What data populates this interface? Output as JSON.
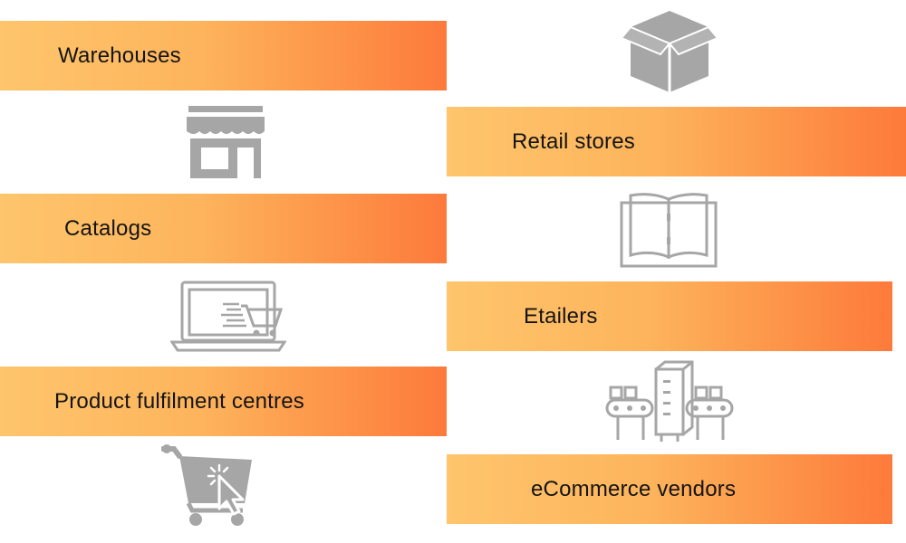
{
  "items": [
    {
      "label": "Warehouses",
      "icon": "box-icon"
    },
    {
      "label": "Retail stores",
      "icon": "storefront-icon"
    },
    {
      "label": "Catalogs",
      "icon": "open-book-icon"
    },
    {
      "label": "Etailers",
      "icon": "laptop-cart-icon"
    },
    {
      "label": "Product fulfilment centres",
      "icon": "conveyor-factory-icon"
    },
    {
      "label": "eCommerce vendors",
      "icon": "cart-click-icon"
    }
  ],
  "colors": {
    "bar_start": "#fec56c",
    "bar_end": "#fd7a3b",
    "icon_gray": "#a6a6a6",
    "text": "#141414"
  }
}
